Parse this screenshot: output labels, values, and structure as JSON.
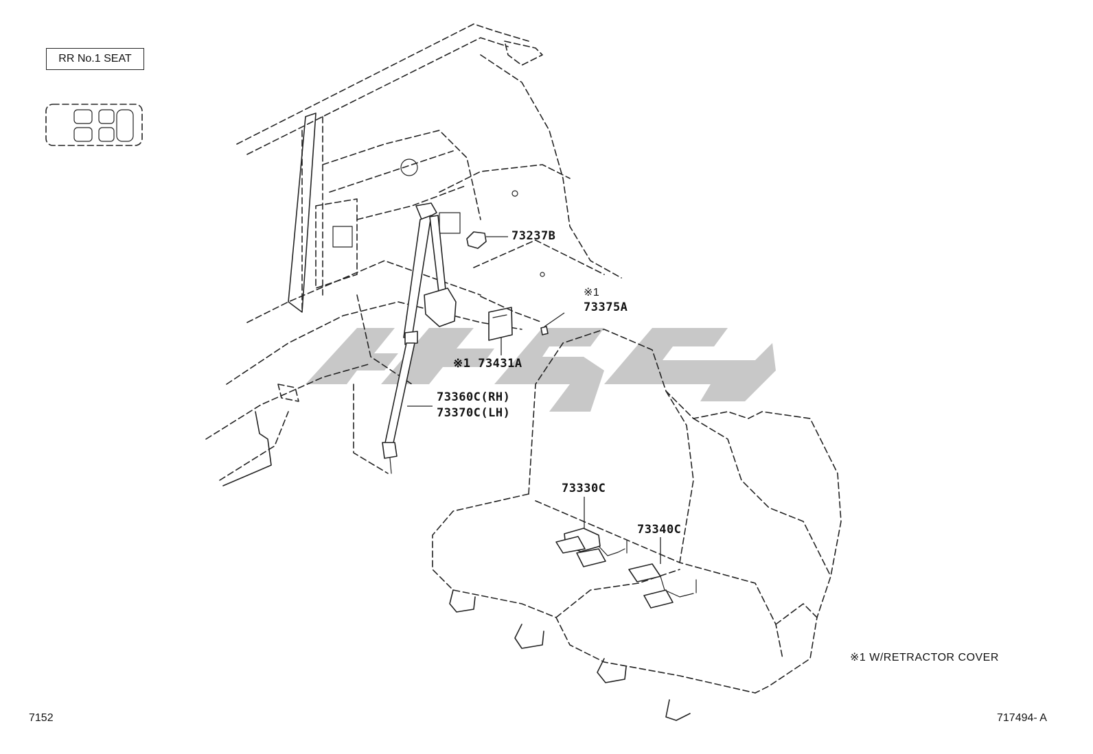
{
  "diagram": {
    "title_box": "RR No.1 SEAT",
    "watermark_text": "wgc",
    "parts": [
      {
        "id": "p73237B",
        "label": "73237B"
      },
      {
        "id": "p73375A_mark",
        "label": "※1"
      },
      {
        "id": "p73375A",
        "label": "73375A"
      },
      {
        "id": "p73431A",
        "label": "※1 73431A"
      },
      {
        "id": "p73360C",
        "label": "73360C(RH)"
      },
      {
        "id": "p73370C",
        "label": "73370C(LH)"
      },
      {
        "id": "p73330C",
        "label": "73330C"
      },
      {
        "id": "p73340C",
        "label": "73340C"
      }
    ],
    "legend_note": "※1 W/RETRACTOR COVER",
    "footer_left": "7152",
    "footer_right": "717494- A"
  }
}
